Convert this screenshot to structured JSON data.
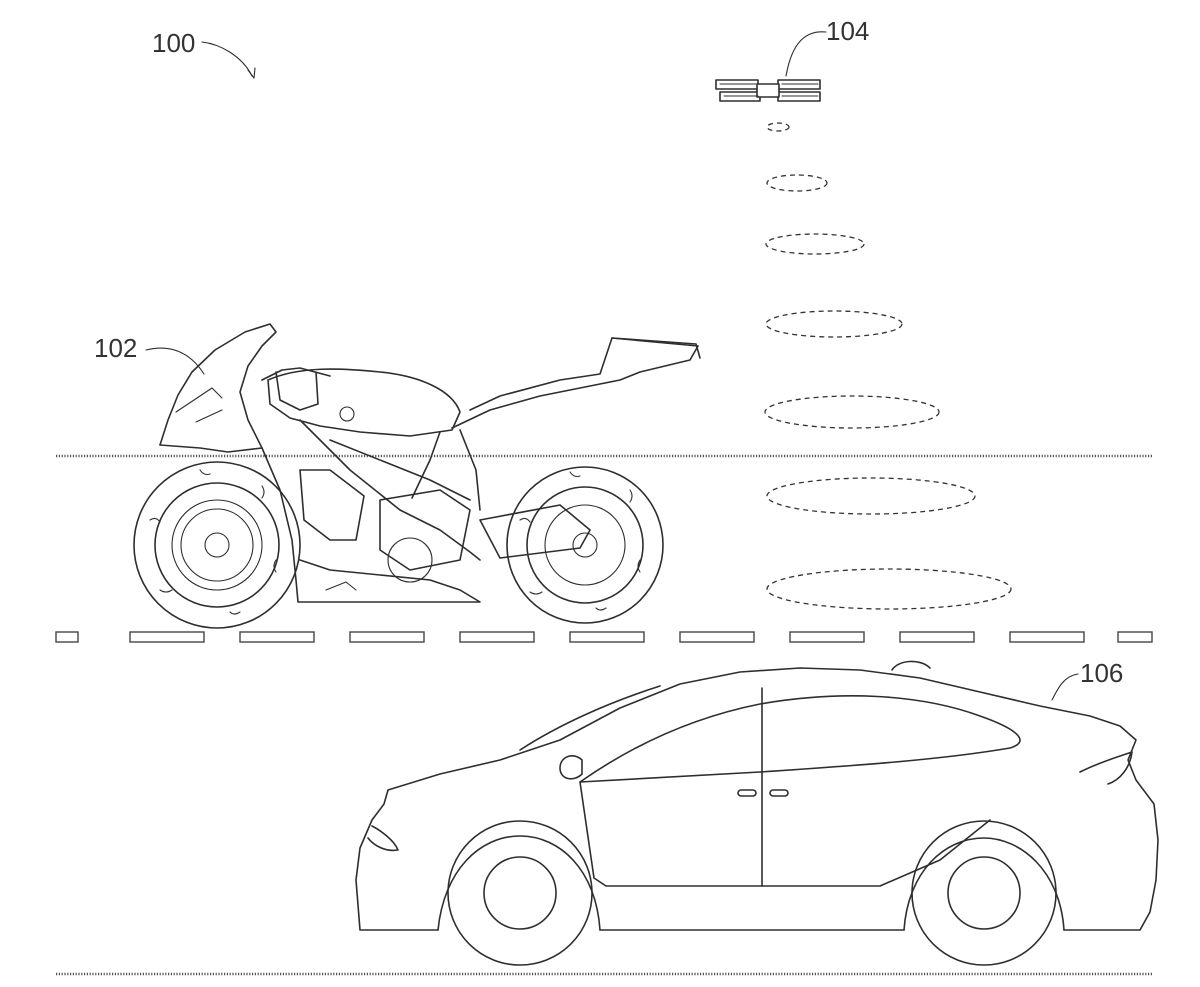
{
  "labels": {
    "system": "100",
    "motorcycle": "102",
    "satellite": "104",
    "car": "106"
  },
  "colors": {
    "line": "#2e2e2e",
    "background": "#ffffff"
  }
}
